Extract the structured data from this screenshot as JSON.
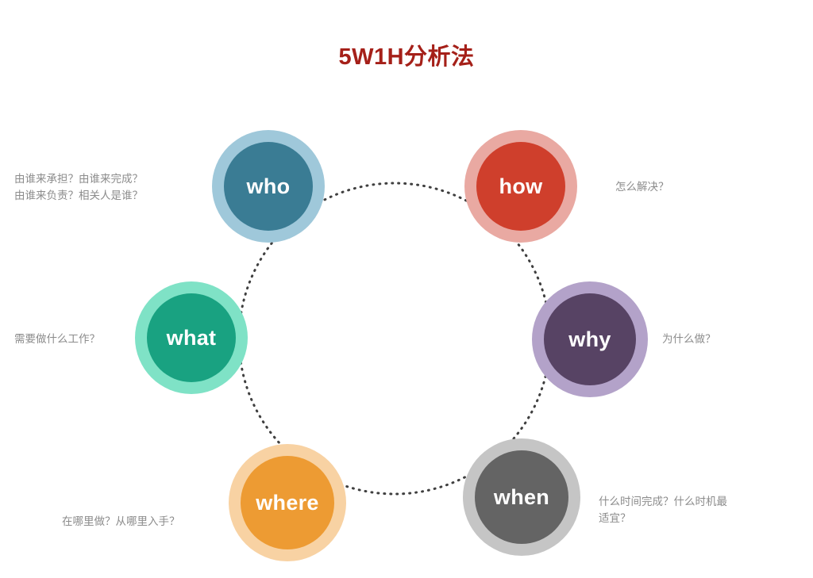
{
  "title": "5W1H分析法",
  "theme": {
    "background": "#ffffff",
    "title_color": "#a52019",
    "caption_color": "#8c8c8c",
    "label_color": "#ffffff",
    "ring_color": "#3f3f3f"
  },
  "nodes": [
    {
      "key": "who",
      "label": "who",
      "outer_color": "#9fc8da",
      "inner_color": "#3a7c94",
      "caption": "由谁来承担？由谁来完成？\n由谁来负责？相关人是谁？"
    },
    {
      "key": "how",
      "label": "how",
      "outer_color": "#e9a9a2",
      "inner_color": "#cf3f2c",
      "caption": "怎么解决？"
    },
    {
      "key": "why",
      "label": "why",
      "outer_color": "#b3a2c9",
      "inner_color": "#574364",
      "caption": "为什么做？"
    },
    {
      "key": "when",
      "label": "when",
      "outer_color": "#c5c5c5",
      "inner_color": "#646464",
      "caption": "什么时间完成？什么时机最\n适宜？"
    },
    {
      "key": "where",
      "label": "where",
      "outer_color": "#f8d2a3",
      "inner_color": "#ed9b33",
      "caption": "在哪里做？从哪里入手？"
    },
    {
      "key": "what",
      "label": "what",
      "outer_color": "#7fe2c6",
      "inner_color": "#19a281",
      "caption": "需要做什么工作？"
    }
  ]
}
